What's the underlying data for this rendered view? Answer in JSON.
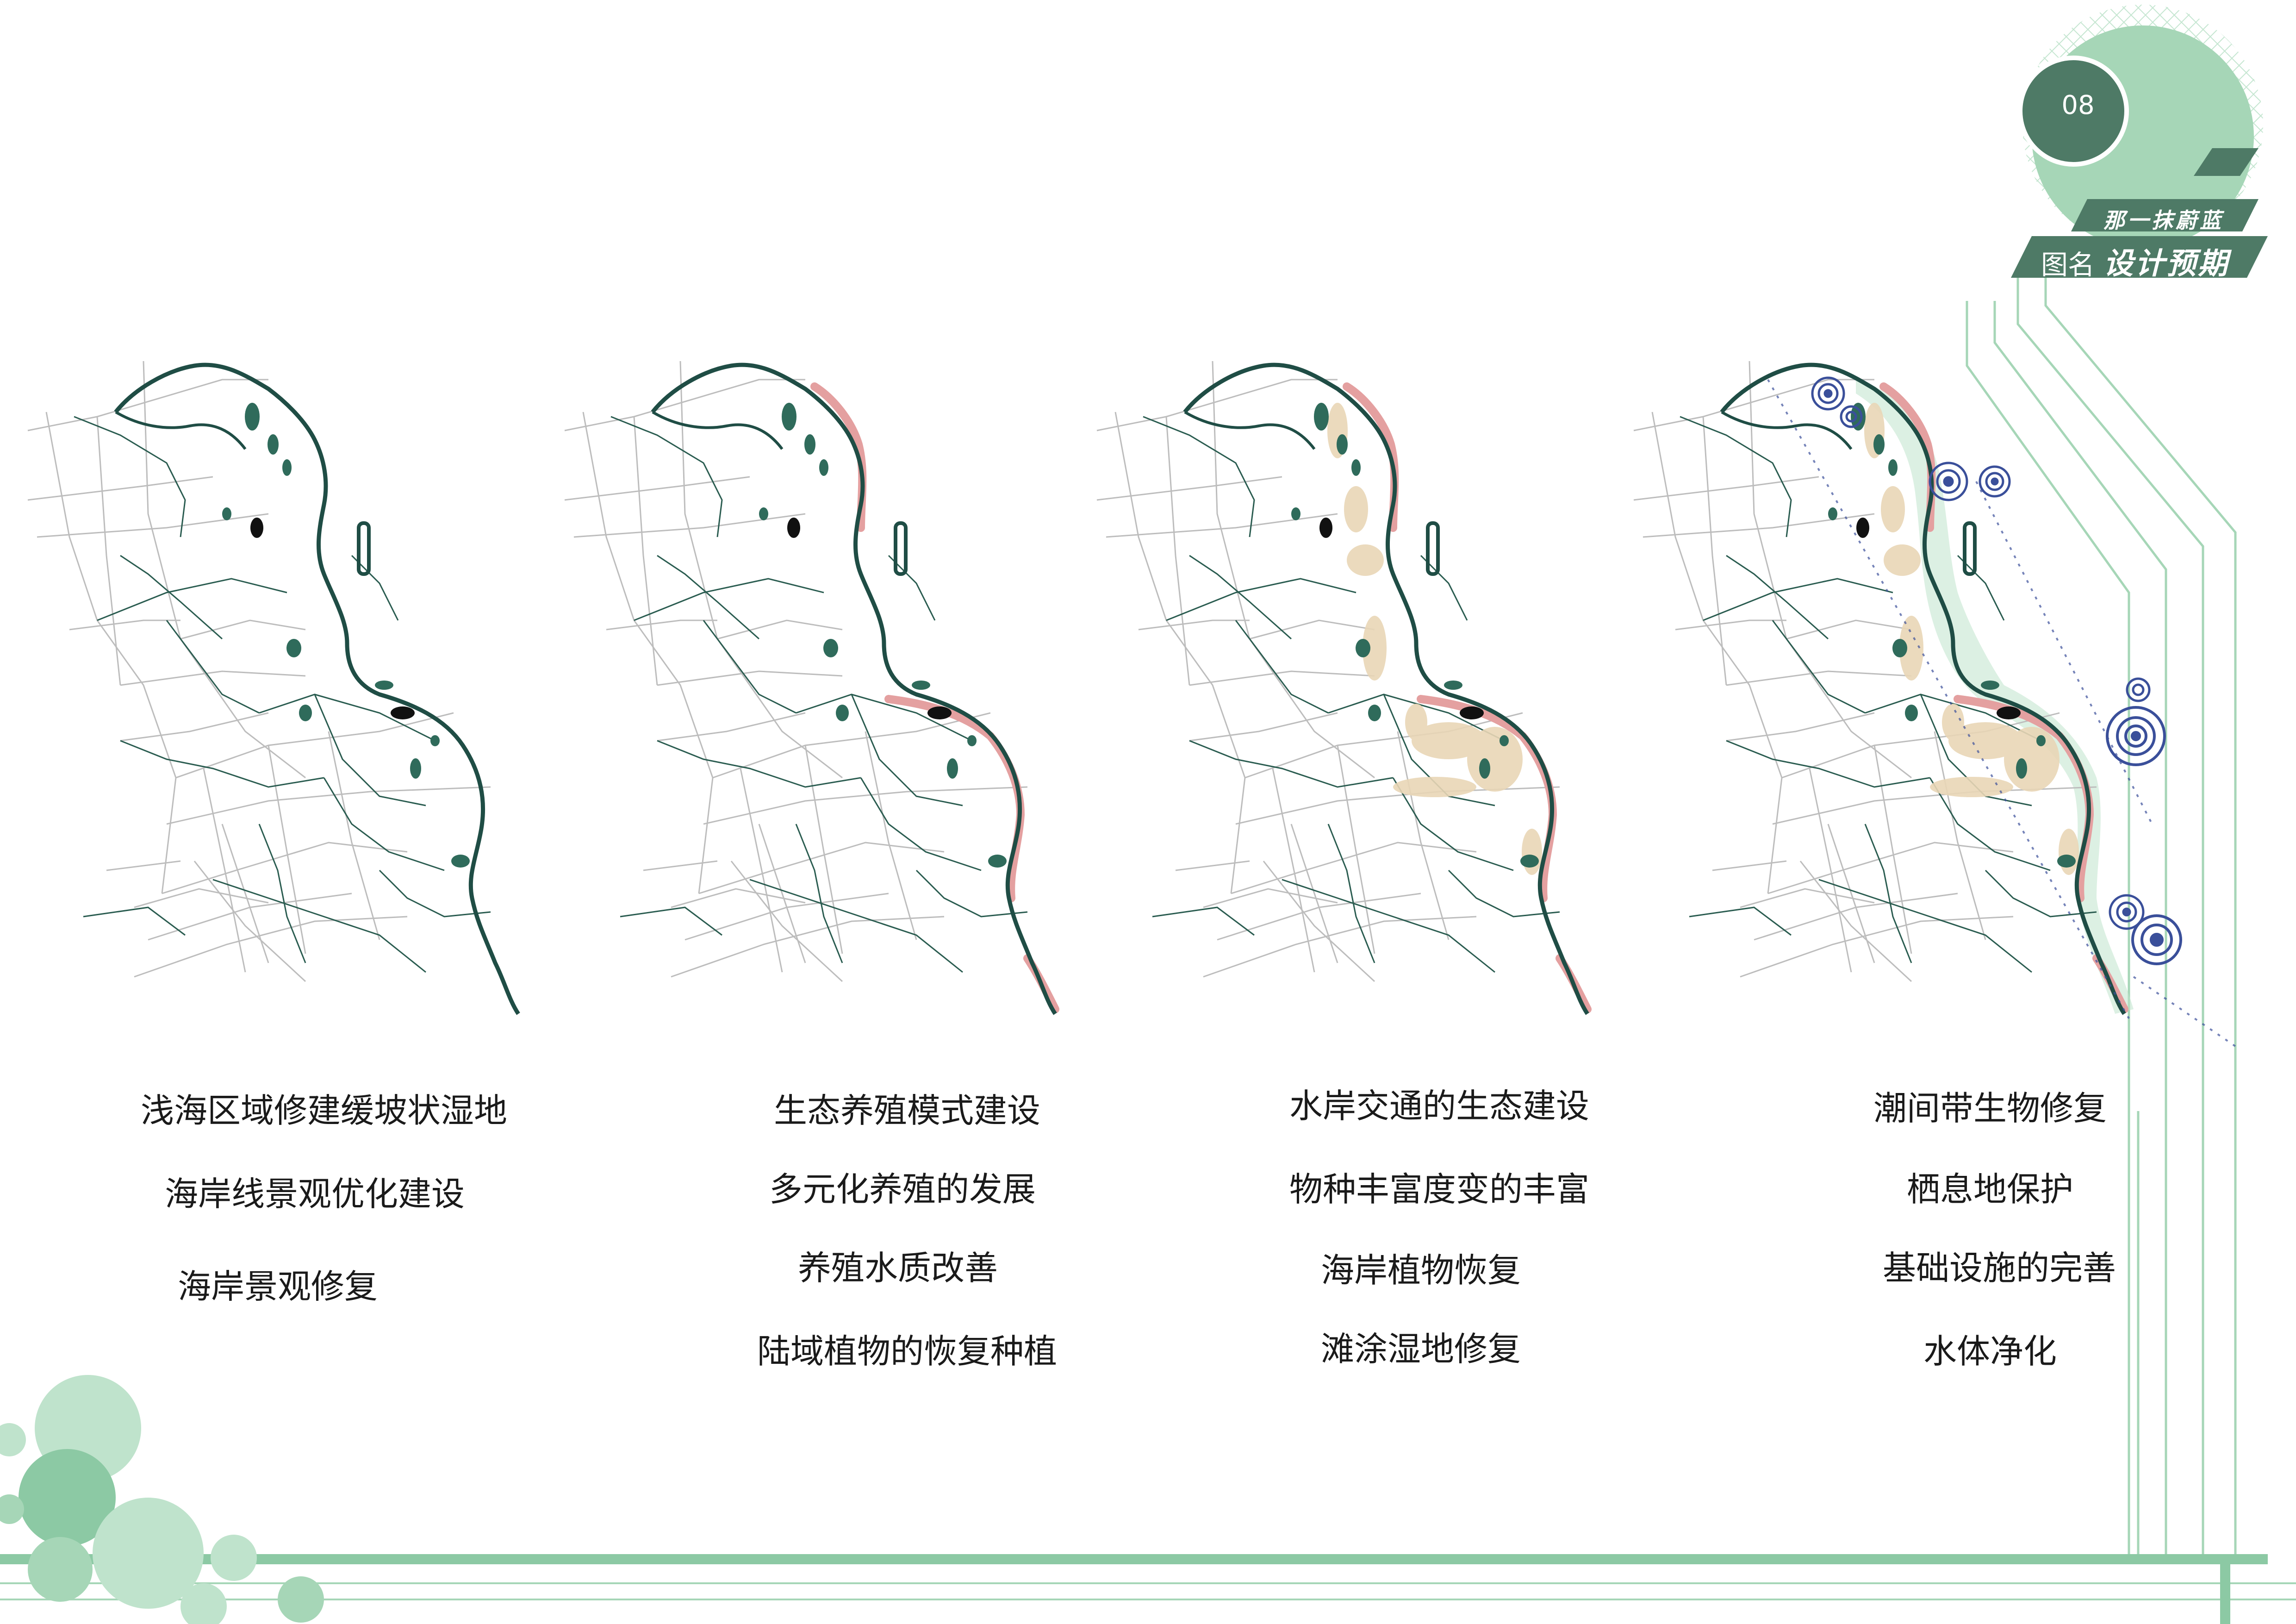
{
  "header": {
    "page_number": "08",
    "subtitle": "那一抹蔚蓝",
    "label": "图名",
    "title": "设计预期"
  },
  "colors": {
    "accent_dark": "#4e7a66",
    "accent_light": "#8cc9a4",
    "accent_pale": "#bfe3cc",
    "coast_line": "#1f4d45",
    "road": "#b9b9b9",
    "restoration": "#e4a0a0",
    "beach": "#e9d6b6",
    "marker": "#3a4f9a"
  },
  "maps": [
    {
      "id": "map-1",
      "layers": [
        "coastline",
        "wetland"
      ]
    },
    {
      "id": "map-2",
      "layers": [
        "coastline",
        "wetland",
        "restoration"
      ]
    },
    {
      "id": "map-3",
      "layers": [
        "coastline",
        "wetland",
        "restoration",
        "beach"
      ]
    },
    {
      "id": "map-4",
      "layers": [
        "coastline",
        "wetland",
        "restoration",
        "beach",
        "intertidal",
        "markers"
      ]
    }
  ],
  "captions": [
    [
      "浅海区域修建缓坡状湿地",
      "海岸线景观优化建设",
      "海岸景观修复"
    ],
    [
      "生态养殖模式建设",
      "多元化养殖的发展",
      "养殖水质改善",
      "陆域植物的恢复种植"
    ],
    [
      "水岸交通的生态建设",
      "物种丰富度变的丰富",
      "海岸植物恢复",
      "滩涂湿地修复"
    ],
    [
      "潮间带生物修复",
      "栖息地保护",
      "基础设施的完善",
      "水体净化"
    ]
  ]
}
